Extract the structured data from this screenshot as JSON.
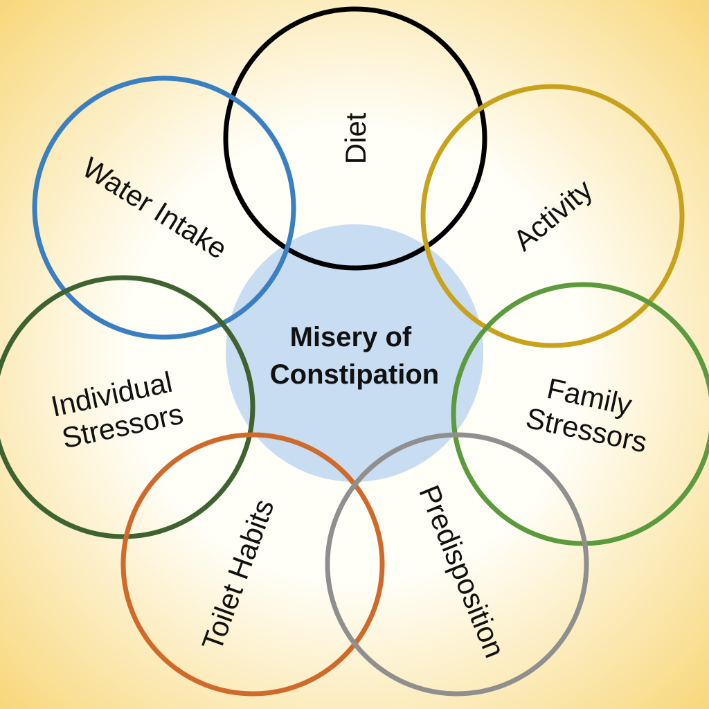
{
  "center": {
    "lines": [
      "Misery of",
      "Constipation"
    ],
    "color": "#c8dcf2"
  },
  "background": {
    "inner": "#fffef7",
    "outer": "#f8d677"
  },
  "factors": [
    {
      "id": "diet",
      "lines": [
        "Diet"
      ],
      "color": "#000000"
    },
    {
      "id": "water-intake",
      "lines": [
        "Water Intake"
      ],
      "color": "#3a7fc2"
    },
    {
      "id": "activity",
      "lines": [
        "Activity"
      ],
      "color": "#c9a21c"
    },
    {
      "id": "individual-stressors",
      "lines": [
        "Individual",
        "Stressors"
      ],
      "color": "#3e6330"
    },
    {
      "id": "family-stressors",
      "lines": [
        "Family",
        "Stressors"
      ],
      "color": "#5c9a3e"
    },
    {
      "id": "toilet-habits",
      "lines": [
        "Toilet Habits"
      ],
      "color": "#cf6a2a"
    },
    {
      "id": "predisposition",
      "lines": [
        "Predisposition"
      ],
      "color": "#8f8f8f"
    }
  ]
}
